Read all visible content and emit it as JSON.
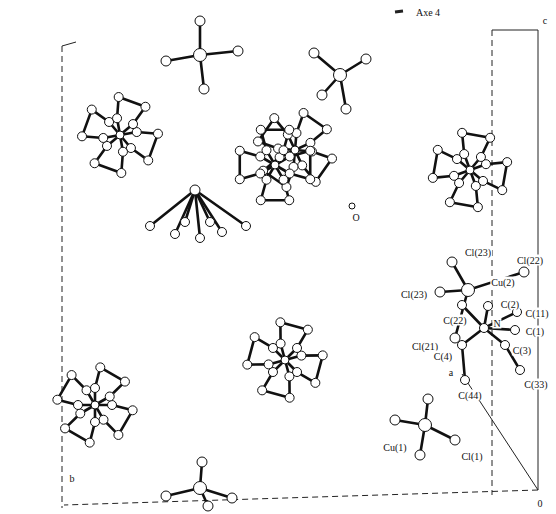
{
  "diagram": {
    "labels": [
      "Axe 4",
      "c",
      "O",
      "Cl(23)",
      "Cl(22)",
      "Cl(23)",
      "Cu(2)",
      "C(2)",
      "C(22)",
      "C(11)",
      "N",
      "C(1)",
      "Cl(21)",
      "C(4)",
      "C(3)",
      "C(33)",
      "a",
      "C(44)",
      "Cu(1)",
      "Cl(1)",
      "b",
      "0"
    ]
  }
}
